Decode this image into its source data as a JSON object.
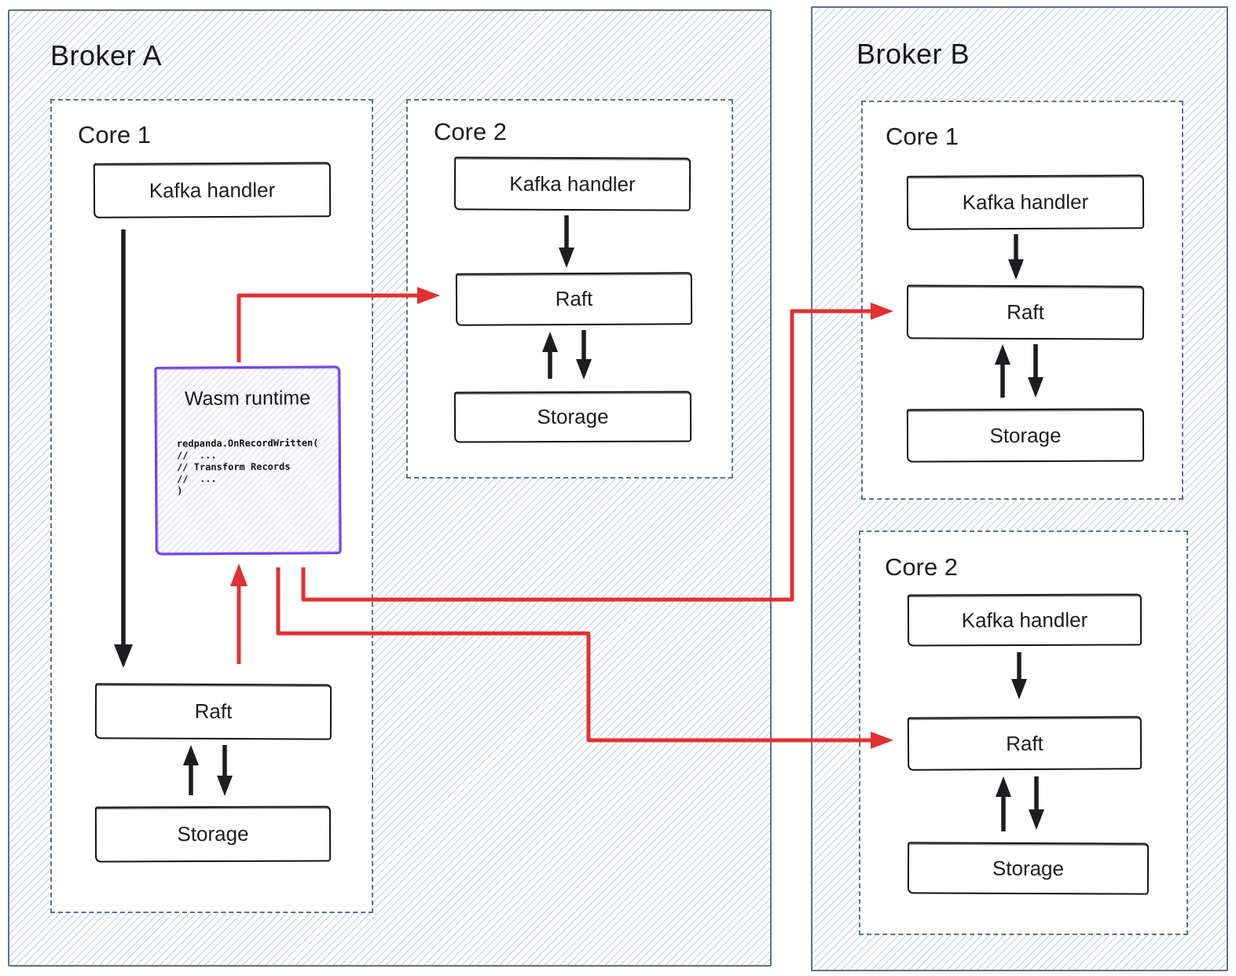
{
  "brokers": [
    {
      "title": "Broker A",
      "cores": [
        {
          "label": "Core 1",
          "nodes": [
            {
              "label": "Kafka handler"
            },
            {
              "label": "Raft"
            },
            {
              "label": "Storage"
            }
          ],
          "wasm": {
            "title": "Wasm runtime",
            "code_lines": [
              "redpanda.OnRecordWritten(",
              "//  ...",
              "// Transform Records",
              "//  ...",
              ")"
            ]
          }
        },
        {
          "label": "Core 2",
          "nodes": [
            {
              "label": "Kafka handler"
            },
            {
              "label": "Raft"
            },
            {
              "label": "Storage"
            }
          ]
        }
      ]
    },
    {
      "title": "Broker B",
      "cores": [
        {
          "label": "Core 1",
          "nodes": [
            {
              "label": "Kafka handler"
            },
            {
              "label": "Raft"
            },
            {
              "label": "Storage"
            }
          ]
        },
        {
          "label": "Core 2",
          "nodes": [
            {
              "label": "Kafka handler"
            },
            {
              "label": "Raft"
            },
            {
              "label": "Storage"
            }
          ]
        }
      ]
    }
  ],
  "colors": {
    "connector_red": "#e03131",
    "wasm_border_purple": "#6f45e8",
    "frame_slate": "#5d6f8e",
    "text_ink": "#1b1b1e"
  }
}
